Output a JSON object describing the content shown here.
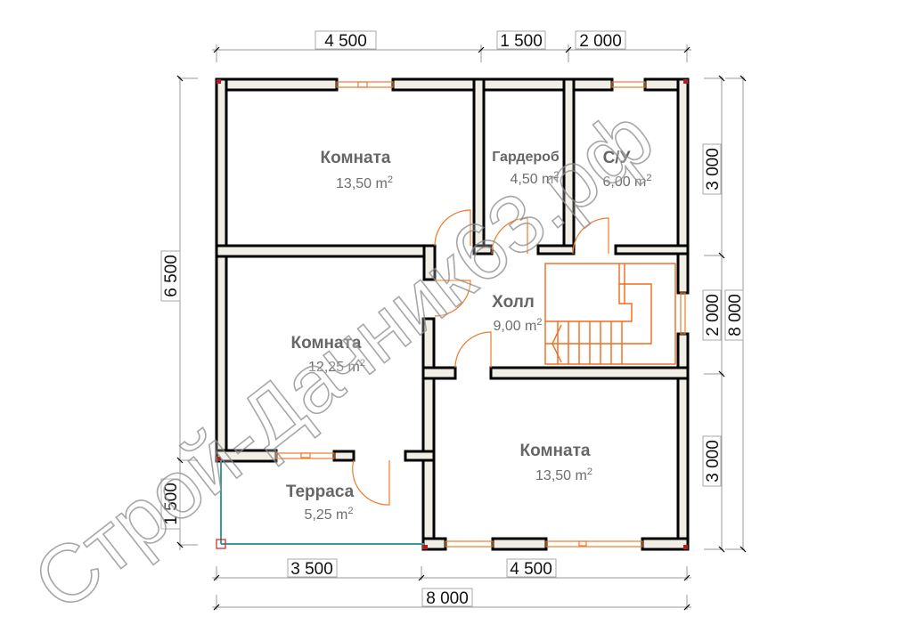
{
  "plan": {
    "title": "Floor plan",
    "units": "mm",
    "rooms": [
      {
        "name": "Комната",
        "area": "13,50 m",
        "sup": "2"
      },
      {
        "name": "Гардероб",
        "area": "4,50 m",
        "sup": "2"
      },
      {
        "name": "С/У",
        "area": "6,00 m",
        "sup": "2"
      },
      {
        "name": "Холл",
        "area": "9,00 m",
        "sup": "2"
      },
      {
        "name": "Комната",
        "area": "12,25 m",
        "sup": "2"
      },
      {
        "name": "Комната",
        "area": "13,50 m",
        "sup": "2"
      },
      {
        "name": "Терраса",
        "area": "5,25 m",
        "sup": "2"
      }
    ],
    "dimensions": {
      "top": [
        "4 500",
        "1 500",
        "2 000"
      ],
      "right_inner": [
        "3 000",
        "2 000",
        "3 000"
      ],
      "right_total": "8 000",
      "left": [
        "6 500",
        "1 500"
      ],
      "bottom": [
        "3 500",
        "4 500"
      ],
      "bottom_total": "8 000"
    },
    "watermark": "Строй-Дачник63.рф"
  }
}
